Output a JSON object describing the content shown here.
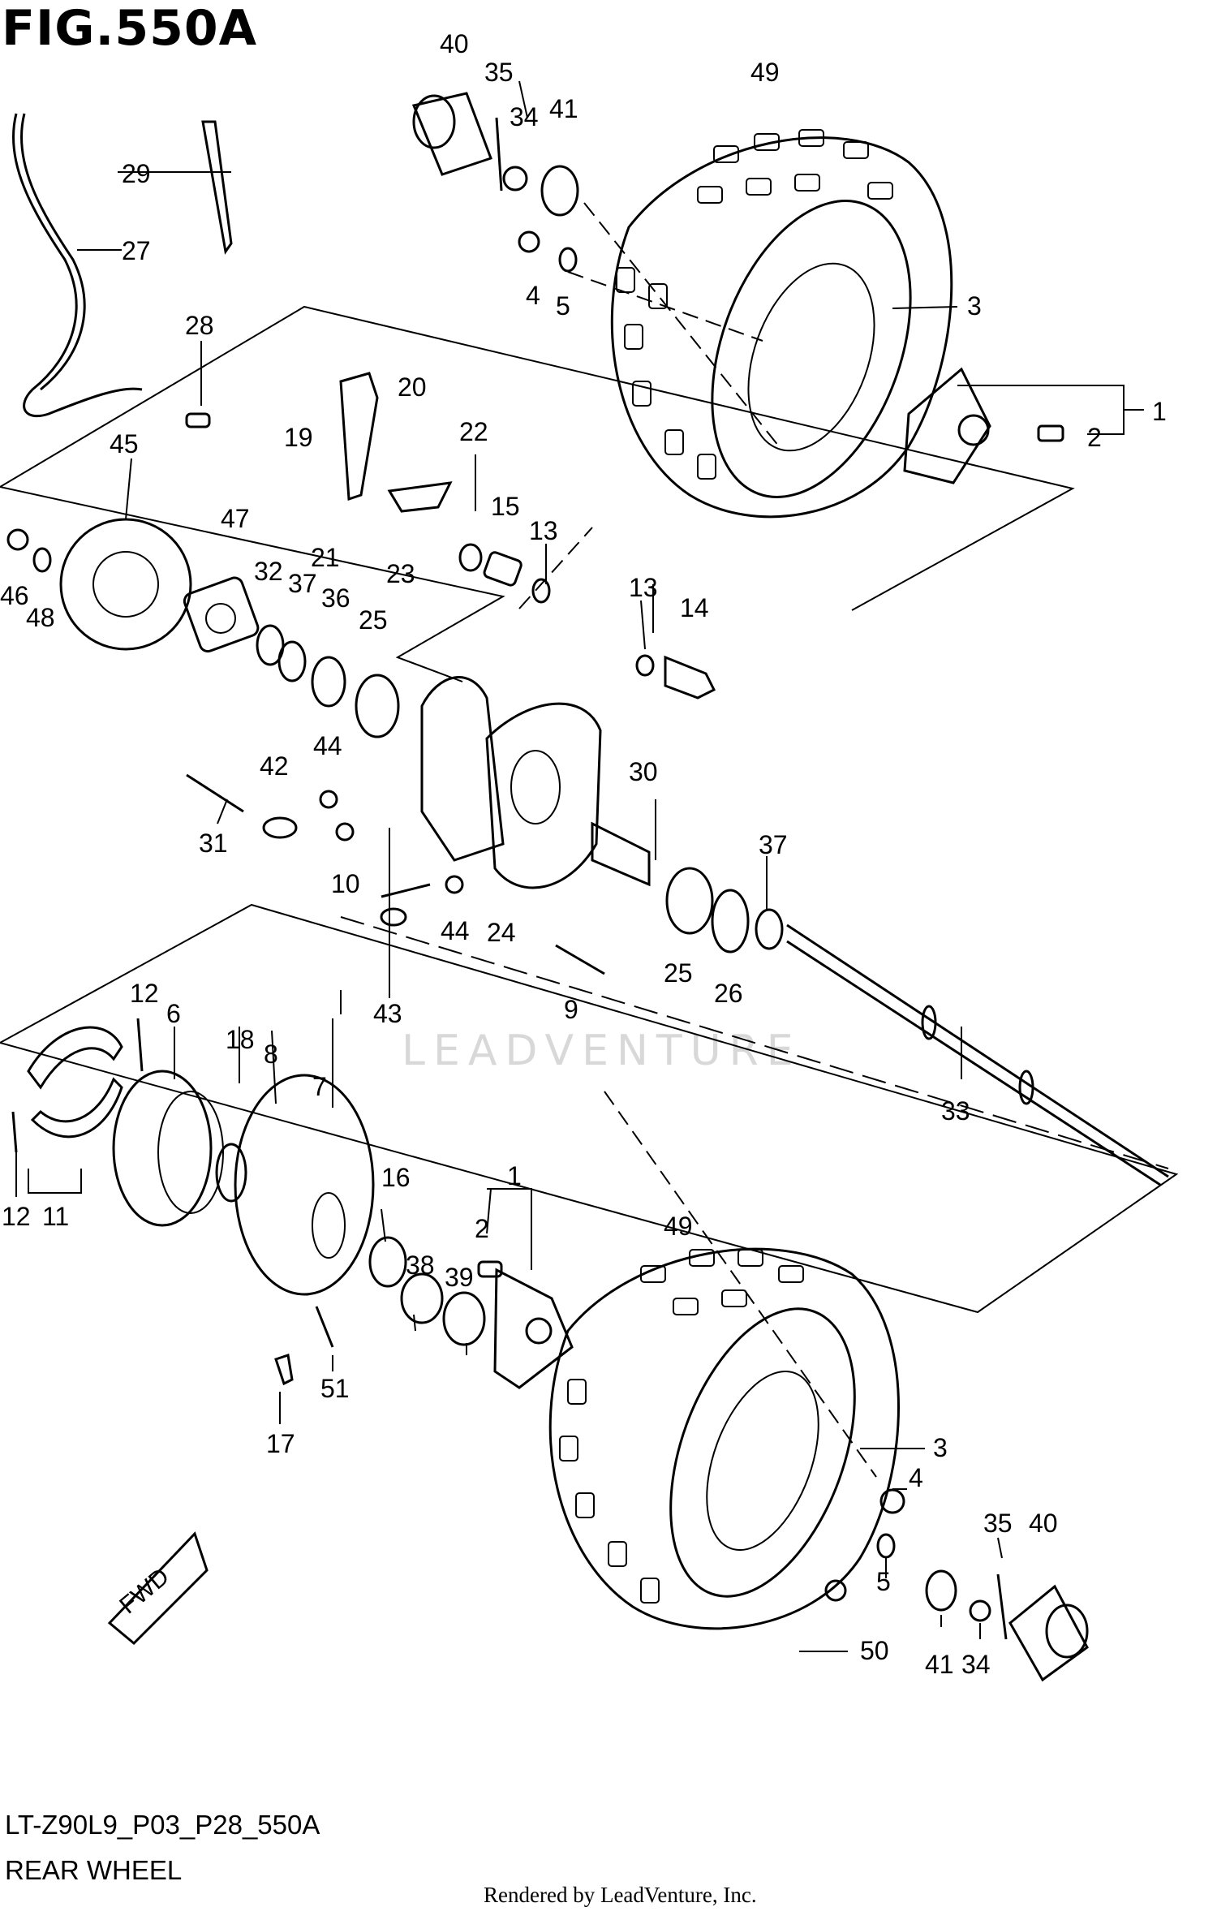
{
  "figure": {
    "title": "FIG.550A",
    "model_code": "LT-Z90L9_P03_P28_550A",
    "caption": "REAR WHEEL",
    "credit": "Rendered by LeadVenture, Inc.",
    "watermark": "LEADVENTURE",
    "direction_label": "FWD"
  },
  "callouts": [
    "1",
    "2",
    "3",
    "4",
    "5",
    "6",
    "7",
    "8",
    "9",
    "10",
    "11",
    "12",
    "13",
    "14",
    "15",
    "16",
    "17",
    "18",
    "19",
    "20",
    "21",
    "22",
    "23",
    "24",
    "25",
    "26",
    "27",
    "28",
    "29",
    "30",
    "31",
    "32",
    "33",
    "34",
    "35",
    "36",
    "37",
    "38",
    "39",
    "40",
    "41",
    "42",
    "43",
    "44",
    "45",
    "46",
    "47",
    "48",
    "49",
    "50",
    "51"
  ],
  "colors": {
    "line": "#000000",
    "watermark": "#d8d8d8",
    "background": "#ffffff"
  }
}
